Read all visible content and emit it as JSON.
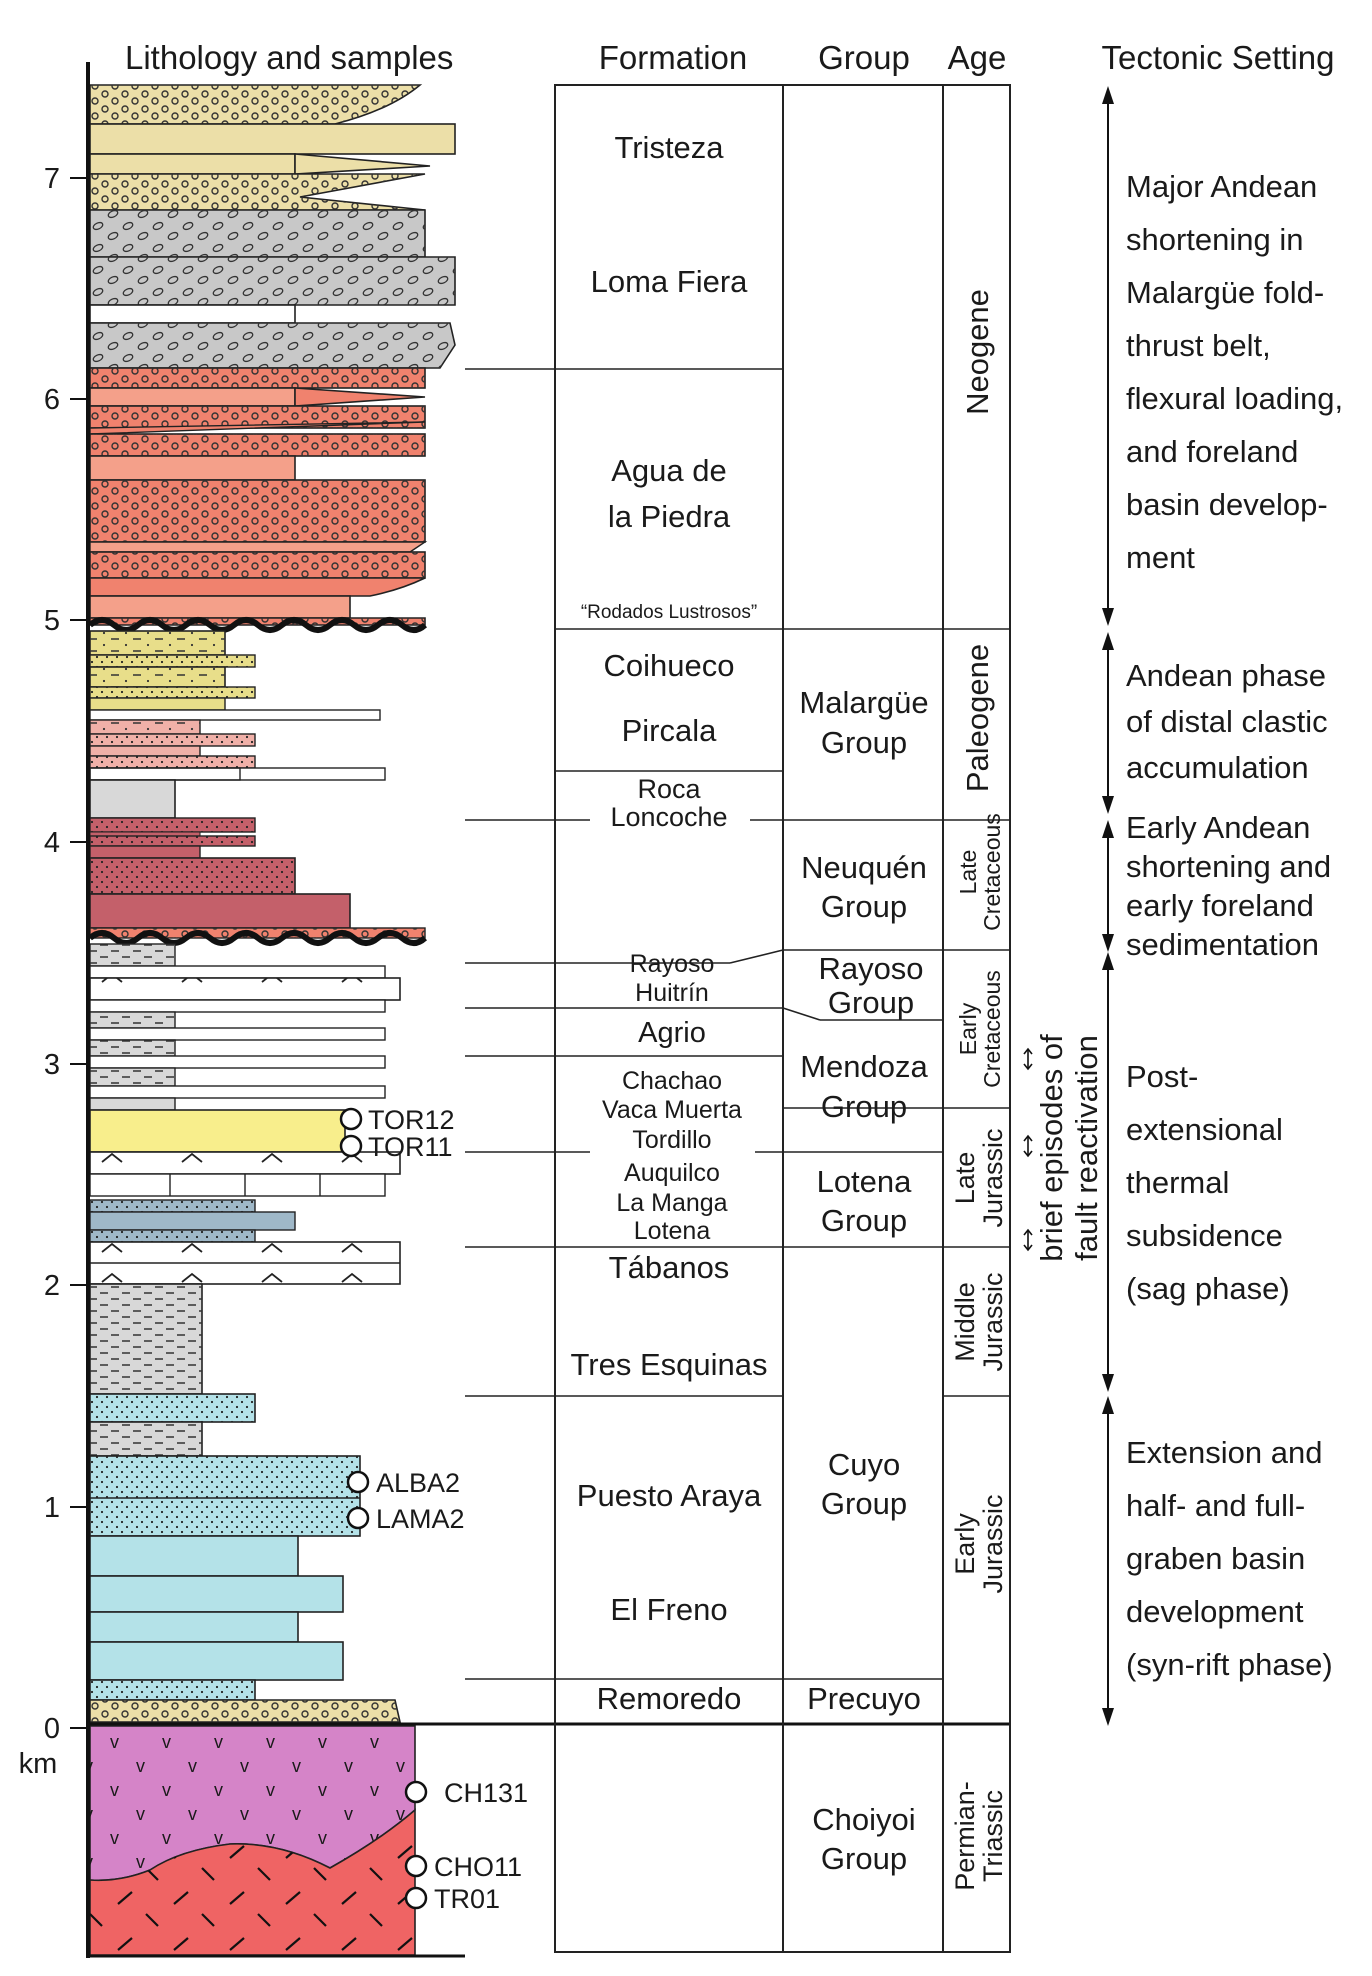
{
  "headers": {
    "lithology": "Lithology and samples",
    "formation": "Formation",
    "group": "Group",
    "age": "Age",
    "tectonic": "Tectonic Setting"
  },
  "axis": {
    "ticks": [
      "7",
      "6",
      "5",
      "4",
      "3",
      "2",
      "1",
      "0"
    ],
    "unit": "km"
  },
  "samples": [
    "TOR12",
    "TOR11",
    "ALBA2",
    "LAMA2",
    "CH131",
    "CHO11",
    "TR01"
  ],
  "formations": {
    "tristeza": "Tristeza",
    "loma_fiera": "Loma Fiera",
    "agua_1": "Agua de",
    "agua_2": "la Piedra",
    "rodados": "“Rodados Lustrosos”",
    "coihueco": "Coihueco",
    "pircala": "Pircala",
    "roca": "Roca",
    "loncoche": "Loncoche",
    "rayoso": "Rayoso",
    "huitrin": "Huitrín",
    "agrio": "Agrio",
    "chachao": "Chachao",
    "vaca_muerta": "Vaca Muerta",
    "tordillo": "Tordillo",
    "auquilco": "Auquilco",
    "la_manga": "La Manga",
    "lotena": "Lotena",
    "tabanos": "Tábanos",
    "tres_esquinas": "Tres Esquinas",
    "puesto_araya": "Puesto Araya",
    "el_freno": "El Freno",
    "remoredo": "Remoredo"
  },
  "groups": {
    "malargue_1": "Malargüe",
    "malargue_2": "Group",
    "neuquen_1": "Neuquén",
    "neuquen_2": "Group",
    "rayoso_1": "Rayoso",
    "rayoso_2": "Group",
    "mendoza_1": "Mendoza",
    "mendoza_2": "Group",
    "lotena_1": "Lotena",
    "lotena_2": "Group",
    "cuyo_1": "Cuyo",
    "cuyo_2": "Group",
    "precuyo": "Precuyo",
    "choiyoi_1": "Choiyoi",
    "choiyoi_2": "Group"
  },
  "ages": {
    "neogene": "Neogene",
    "paleogene": "Paleogene",
    "late_cret_1": "Late",
    "late_cret_2": "Cretaceous",
    "early_cret_1": "Early",
    "early_cret_2": "Cretaceous",
    "late_jur_1": "Late",
    "late_jur_2": "Jurassic",
    "mid_jur_1": "Middle",
    "mid_jur_2": "Jurassic",
    "early_jur_1": "Early",
    "early_jur_2": "Jurassic",
    "permo_1": "Permian-",
    "permo_2": "Triassic"
  },
  "fault_note": {
    "line1": "brief episodes of",
    "line2": "fault reactivation"
  },
  "tectonic": {
    "major": [
      "Major Andean",
      "shortening in",
      "Malargüe fold-",
      "thrust belt,",
      "flexural loading,",
      "and foreland",
      "basin develop-",
      "ment"
    ],
    "andean": [
      "Andean phase",
      "of distal clastic",
      "accumulation"
    ],
    "early": [
      "Early Andean",
      "shortening and",
      "early foreland",
      "sedimentation"
    ],
    "post": [
      "Post-",
      "extensional",
      "thermal",
      "subsidence",
      "(sag phase)"
    ],
    "extension": [
      "Extension and",
      "half- and full-",
      "graben basin",
      "development",
      "(syn-rift phase)"
    ]
  },
  "colors": {
    "sand_yellow": "#ecdfa8",
    "cong_grey": "#c8c8c8",
    "red_salmon": "#f0826e",
    "salmon_light": "#f4a08a",
    "yellow_fine": "#e8de8a",
    "pink_light": "#f0b0a8",
    "dark_red": "#c4606a",
    "bright_yellow": "#f8ee8c",
    "blue_grey": "#9fb8c8",
    "cyan": "#b4e2e8",
    "violet": "#d584c8",
    "red_basement": "#ef6464",
    "light_grey": "#d8d8d8"
  }
}
